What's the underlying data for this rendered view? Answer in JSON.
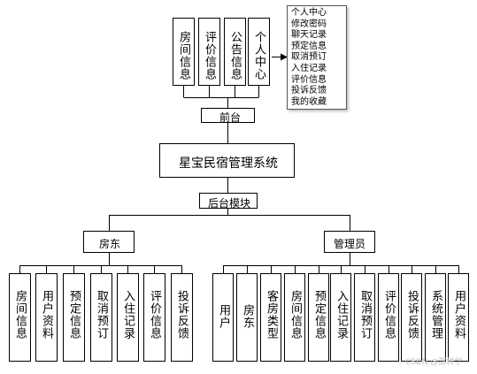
{
  "front": {
    "top_modules": [
      "房间信息",
      "评价信息",
      "公告信息",
      "个人中心"
    ],
    "label": "前台",
    "personal_center_items": [
      "个人中心",
      "修改密码",
      "聊天记录",
      "预定信息",
      "取消预订",
      "入住记录",
      "评价信息",
      "投诉反馈",
      "我的收藏"
    ]
  },
  "system": {
    "title": "星宝民宿管理系统"
  },
  "back": {
    "label": "后台模块",
    "landlord": {
      "label": "房东",
      "modules": [
        "房间信息",
        "用户资料",
        "预定信息",
        "取消预订",
        "入住记录",
        "评价信息",
        "投诉反馈"
      ]
    },
    "admin": {
      "label": "管理员",
      "modules": [
        "用户",
        "房东",
        "客房类型",
        "房间信息",
        "预定信息",
        "入住记录",
        "取消预订",
        "评价信息",
        "投诉反馈",
        "系统管理",
        "用户资料"
      ]
    }
  },
  "watermark": "CSDN @那样学",
  "colors": {
    "line": "#000000",
    "box_border": "#000000",
    "background": "#ffffff"
  }
}
